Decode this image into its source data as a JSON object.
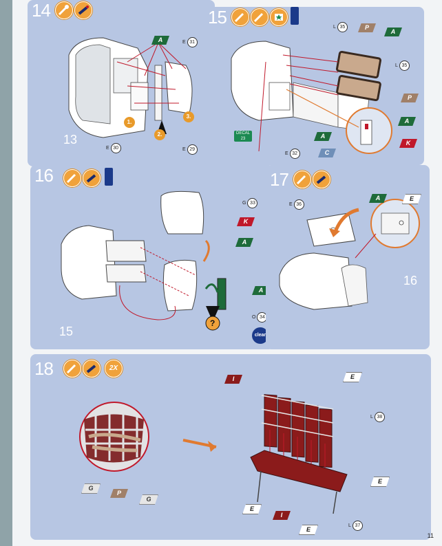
{
  "page": {
    "number": "11"
  },
  "steps": {
    "s14": {
      "number": "14",
      "refs": {
        "e31": "E",
        "e31n": "31",
        "e30": "E",
        "e30n": "30",
        "e29": "E",
        "e29n": "29"
      },
      "tag": "A",
      "seq": [
        "1.",
        "2.",
        "3."
      ],
      "assembly": "13"
    },
    "s15": {
      "number": "15",
      "refs": {
        "l35a": "L",
        "l35an": "35",
        "l35b": "L",
        "l35bn": "35",
        "e32": "E",
        "e32n": "32"
      },
      "tags": [
        "P",
        "A",
        "P",
        "A",
        "K",
        "A",
        "C"
      ],
      "decal": {
        "line1": "DECAL",
        "line2": "23"
      }
    },
    "s16": {
      "number": "16",
      "refs": {
        "g33": "G",
        "g33n": "33",
        "o34": "O",
        "o34n": "34"
      },
      "tags": [
        "K",
        "A",
        "A"
      ],
      "assembly": "15",
      "clear": "clear"
    },
    "s17": {
      "number": "17",
      "refs": {
        "e36": "E",
        "e36n": "36"
      },
      "tags": [
        "A",
        "E"
      ],
      "assembly": "16"
    },
    "s18": {
      "number": "18",
      "multiplier": "2X",
      "refs": {
        "l38": "L",
        "l38n": "38",
        "l37": "L",
        "l37n": "37"
      },
      "tags": [
        "I",
        "E",
        "E",
        "E",
        "I",
        "E",
        "G",
        "P",
        "G"
      ]
    }
  },
  "colors": {
    "panel": "#b7c6e3",
    "orange": "#f0a23b",
    "green": "#1e6b3a",
    "red": "#c0182a",
    "maroon": "#8b1b1b"
  },
  "icons": [
    "paint-brush-icon",
    "glue-tube-icon",
    "decal-icon",
    "clear-paint-icon"
  ]
}
